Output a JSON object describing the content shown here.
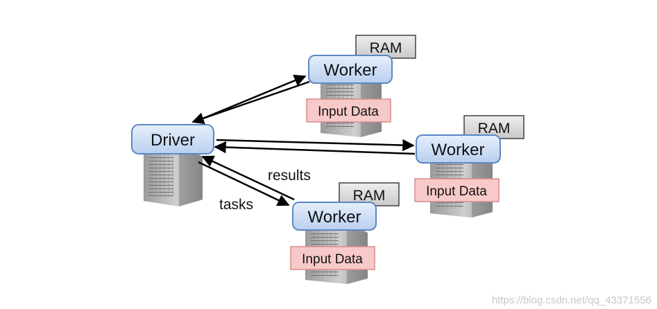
{
  "driver": {
    "label": "Driver"
  },
  "workers": [
    {
      "label": "Worker",
      "ram": "RAM",
      "input": "Input Data"
    },
    {
      "label": "Worker",
      "ram": "RAM",
      "input": "Input Data"
    },
    {
      "label": "Worker",
      "ram": "RAM",
      "input": "Input Data"
    }
  ],
  "edge_labels": {
    "results": "results",
    "tasks": "tasks"
  },
  "watermark": "https://blog.csdn.net/qq_43371556",
  "colors": {
    "node_fill": "#cfe0f6",
    "node_stroke": "#5b86c5",
    "ram_fill": "#dcdcdc",
    "ram_stroke": "#404040",
    "input_fill": "#f7c9c9",
    "input_stroke": "#d98a8a",
    "server": "#a9a9a9",
    "arrow": "#000000"
  }
}
